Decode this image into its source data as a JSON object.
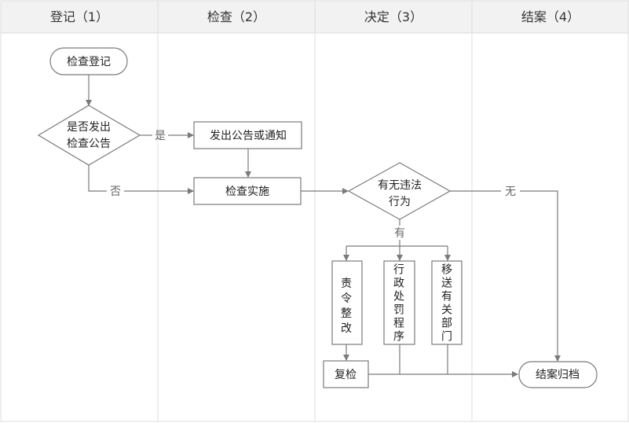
{
  "lanes": [
    "登记（1）",
    "检查（2）",
    "决定（3）",
    "结案（4）"
  ],
  "nodes": {
    "start": "检查登记",
    "decide_publish_l1": "是否发出",
    "decide_publish_l2": "检查公告",
    "publish_notice": "发出公告或通知",
    "inspect": "检查实施",
    "decide_violation_l1": "有无违法",
    "decide_violation_l2": "行为",
    "order_fix": [
      "责",
      "令",
      "整",
      "改"
    ],
    "penalty": [
      "行",
      "政",
      "处",
      "罚",
      "程",
      "序"
    ],
    "transfer": [
      "移",
      "送",
      "有",
      "关",
      "部",
      "门"
    ],
    "recheck": "复检",
    "archive": "结案归档"
  },
  "edge_labels": {
    "yes": "是",
    "no": "否",
    "none": "无",
    "has": "有"
  },
  "colors": {
    "header_bg": "#f2f2f2",
    "lane_border": "#dcdcdc",
    "stroke": "#7a7a7a",
    "text": "#222222"
  }
}
